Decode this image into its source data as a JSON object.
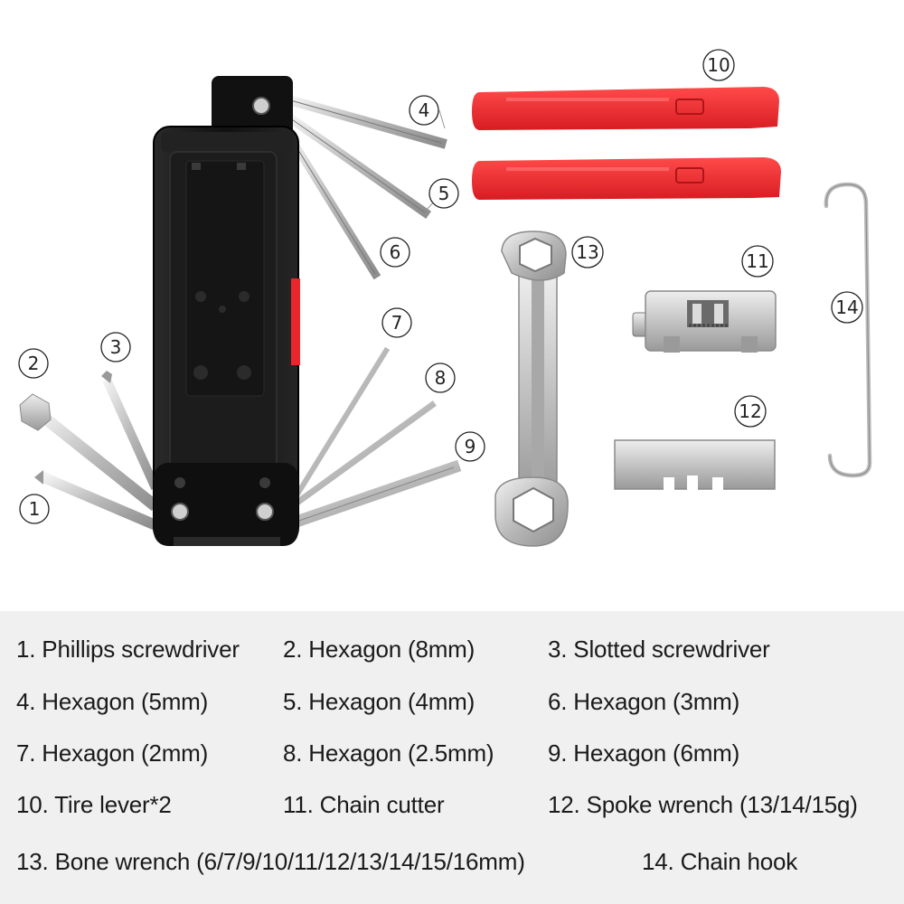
{
  "callouts": [
    "1",
    "2",
    "3",
    "4",
    "5",
    "6",
    "7",
    "8",
    "9",
    "10",
    "11",
    "12",
    "13",
    "14"
  ],
  "legend": [
    "1. Phillips screwdriver",
    "2. Hexagon (8mm)",
    "3. Slotted screwdriver",
    "4. Hexagon (5mm)",
    "5. Hexagon (4mm)",
    "6. Hexagon (3mm)",
    "7. Hexagon (2mm)",
    "8. Hexagon (2.5mm)",
    "9. Hexagon (6mm)",
    "10. Tire lever*2",
    "11. Chain cutter",
    "12. Spoke wrench (13/14/15g)",
    "13. Bone wrench (6/7/9/10/11/12/13/14/15/16mm)",
    "14. Chain hook"
  ],
  "colors": {
    "tire_lever": "#e8262c",
    "body": "#151515",
    "steel": "#c9c9c9",
    "legend_bg": "#f0f0f0"
  }
}
